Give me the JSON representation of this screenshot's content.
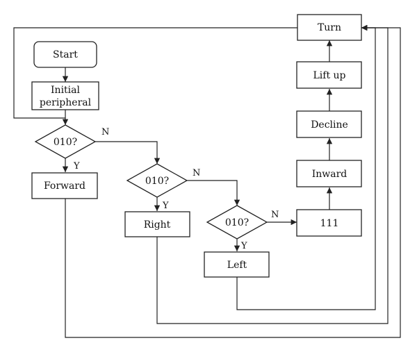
{
  "nodes": {
    "start": "Start",
    "initial_line1": "Initial",
    "initial_line2": "peripheral",
    "decision1": "010?",
    "forward": "Forward",
    "decision2": "010?",
    "right": "Right",
    "decision3": "010?",
    "left": "Left",
    "p111": "111",
    "inward": "Inward",
    "decline": "Decline",
    "liftup": "Lift up",
    "turn": "Turn"
  },
  "edges": {
    "d1_no": "N",
    "d1_yes": "Y",
    "d2_no": "N",
    "d2_yes": "Y",
    "d3_no": "N",
    "d3_yes": "Y"
  },
  "colors": {
    "stroke": "#222222",
    "background": "#ffffff"
  }
}
